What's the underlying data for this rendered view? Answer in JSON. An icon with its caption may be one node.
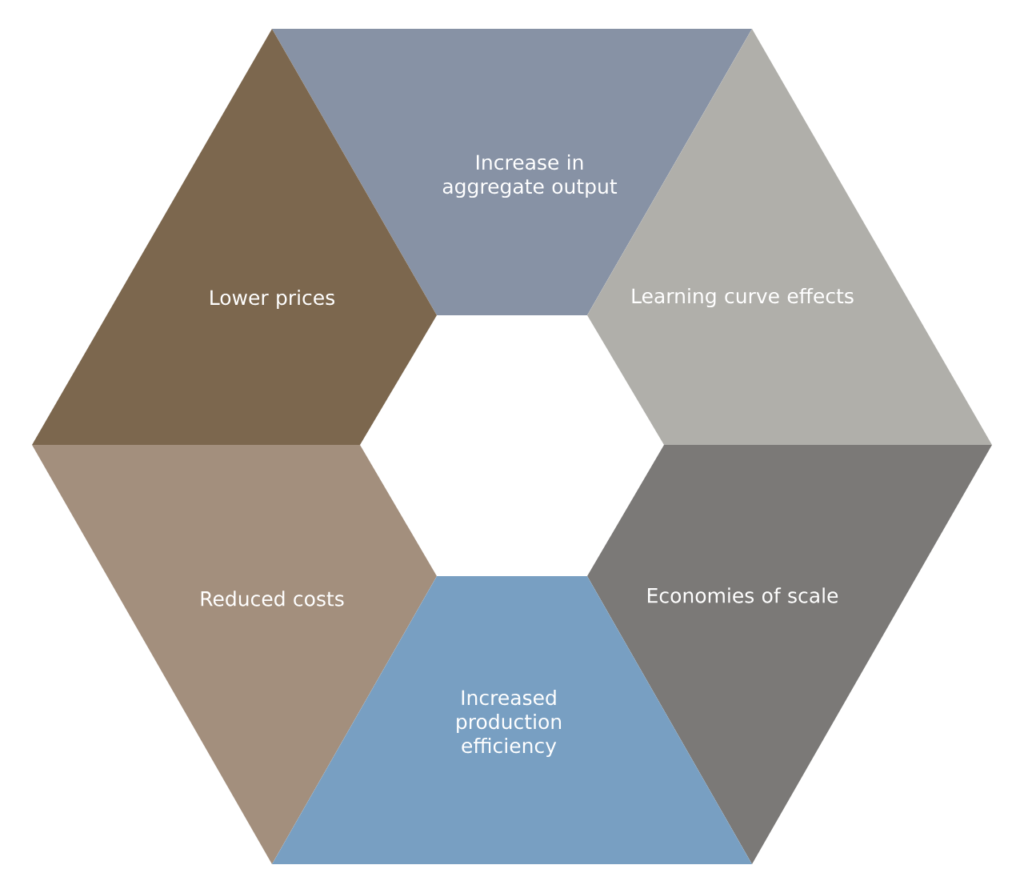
{
  "diagram": {
    "nodes": [
      {
        "text": [
          "Increase in aggregate output"
        ]
      },
      {
        "text": [
          "Lower prices"
        ]
      },
      {
        "text": [
          "Learning curve effects"
        ]
      },
      {
        "text": [
          "Reduced costs"
        ]
      },
      {
        "text": [
          "Economies of scale"
        ]
      },
      {
        "text": [
          "Increased production efficiency"
        ]
      }
    ]
  }
}
